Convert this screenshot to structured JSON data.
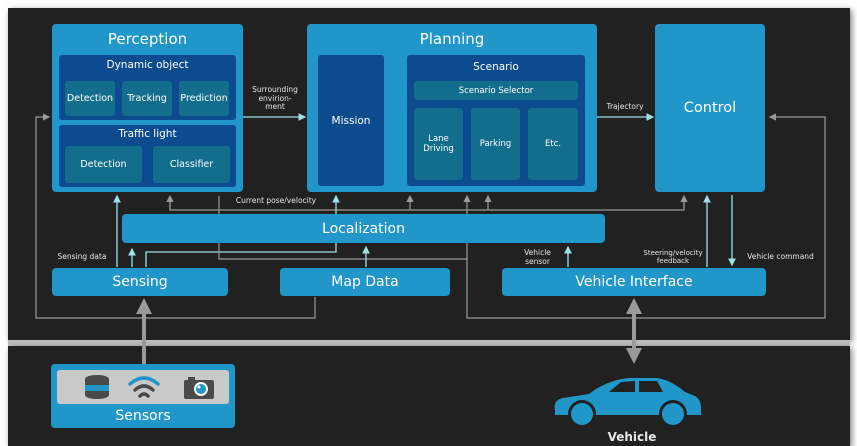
{
  "perception": {
    "title": "Perception",
    "dynamic_object": {
      "title": "Dynamic object",
      "items": [
        "Detection",
        "Tracking",
        "Prediction"
      ]
    },
    "traffic_light": {
      "title": "Traffic light",
      "items": [
        "Detection",
        "Classifier"
      ]
    }
  },
  "planning": {
    "title": "Planning",
    "mission": "Mission",
    "scenario": {
      "title": "Scenario",
      "selector": "Scenario Selector",
      "items": [
        "Lane\nDriving",
        "Parking",
        "Etc."
      ]
    }
  },
  "control": {
    "title": "Control"
  },
  "localization": {
    "title": "Localization"
  },
  "sensing": {
    "title": "Sensing"
  },
  "map_data": {
    "title": "Map Data"
  },
  "vehicle_interface": {
    "title": "Vehicle Interface"
  },
  "sensors": {
    "title": "Sensors",
    "icons": [
      "database-icon",
      "wifi-icon",
      "camera-icon"
    ]
  },
  "vehicle": {
    "title": "Vehicle"
  },
  "edge_labels": {
    "surrounding": "Surrounding\nenvirion-\nment",
    "trajectory": "Trajectory",
    "current_pose": "Current pose/velocity",
    "sensing_data": "Sensing data",
    "vehicle_sensor": "Vehicle\nsensor",
    "steering_feedback": "Steering/velocity\nfeedback",
    "vehicle_command": "Vehicle command"
  },
  "colors": {
    "background": "#212121",
    "module": "#2196c8",
    "submodule": "#0d4b8f",
    "component": "#136d8c",
    "arrow_cyan": "#9fe0e6",
    "arrow_gray": "#9a9a9a"
  }
}
